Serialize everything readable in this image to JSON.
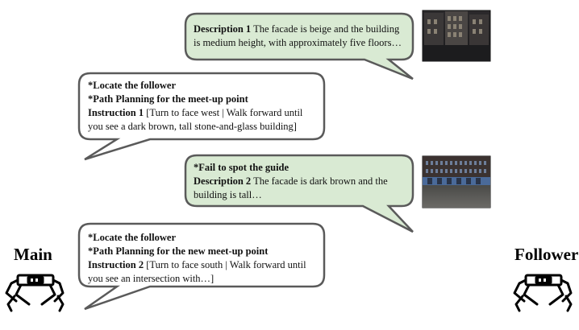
{
  "agents": {
    "main": "Main",
    "follower": "Follower"
  },
  "bubbles": [
    {
      "speaker": "follower",
      "lines": [
        {
          "bold": "Description 1",
          "text": " The facade is beige and the building"
        },
        {
          "bold": "",
          "text": "is medium height, with approximately five floors…"
        }
      ]
    },
    {
      "speaker": "main",
      "lines": [
        {
          "bold": "*Locate the follower",
          "text": ""
        },
        {
          "bold": "*Path Planning for the meet-up point",
          "text": ""
        },
        {
          "bold": "Instruction 1",
          "text": " [Turn to face west | Walk forward until"
        },
        {
          "bold": "",
          "text": "you see a dark brown, tall stone-and-glass building]"
        }
      ]
    },
    {
      "speaker": "follower",
      "lines": [
        {
          "bold": "*Fail to spot the guide",
          "text": ""
        },
        {
          "bold": "Description 2",
          "text": " The facade is dark brown and the"
        },
        {
          "bold": "",
          "text": "building is tall…"
        }
      ]
    },
    {
      "speaker": "main",
      "lines": [
        {
          "bold": "*Locate the follower",
          "text": ""
        },
        {
          "bold": "*Path Planning for the new meet-up point",
          "text": ""
        },
        {
          "bold": "Instruction 2",
          "text": " [Turn to face south | Walk forward until"
        },
        {
          "bold": "",
          "text": "you see an intersection with…]"
        }
      ]
    }
  ],
  "colors": {
    "follower_fill": "#d9ead3",
    "main_fill": "#ffffff",
    "stroke": "#5a5a5a"
  }
}
